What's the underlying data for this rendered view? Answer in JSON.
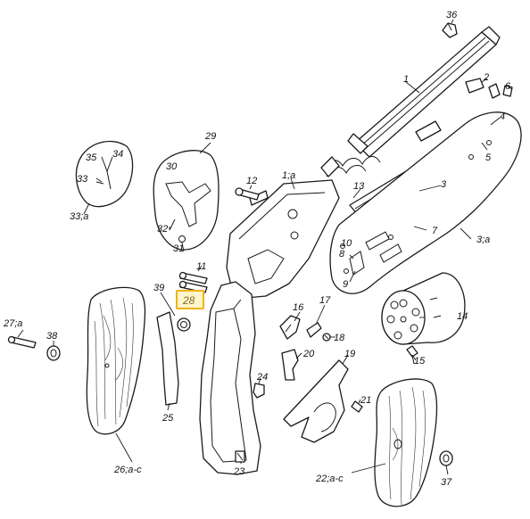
{
  "highlight": {
    "label": "28",
    "color": "#f2b21b"
  },
  "labels": {
    "l1": "1",
    "l1a": "1;a",
    "l2": "2",
    "l3": "3",
    "l3a": "3;a",
    "l4": "4",
    "l5": "5",
    "l6": "6",
    "l7": "7",
    "l8": "8",
    "l9": "9",
    "l10": "10",
    "l11": "11",
    "l12": "12",
    "l13": "13",
    "l14": "14",
    "l15": "15",
    "l16": "16",
    "l17": "17",
    "l18": "18",
    "l19": "19",
    "l20": "20",
    "l21": "21",
    "l22": "22;a-c",
    "l23": "23",
    "l24": "24",
    "l25": "25",
    "l26": "26;a-c",
    "l27": "27;a",
    "l28": "28",
    "l29": "29",
    "l30": "30",
    "l31": "31",
    "l32": "32",
    "l33": "33",
    "l33a": "33;a",
    "l34": "34",
    "l35": "35",
    "l36": "36",
    "l37": "37",
    "l38": "38",
    "l39": "39"
  }
}
